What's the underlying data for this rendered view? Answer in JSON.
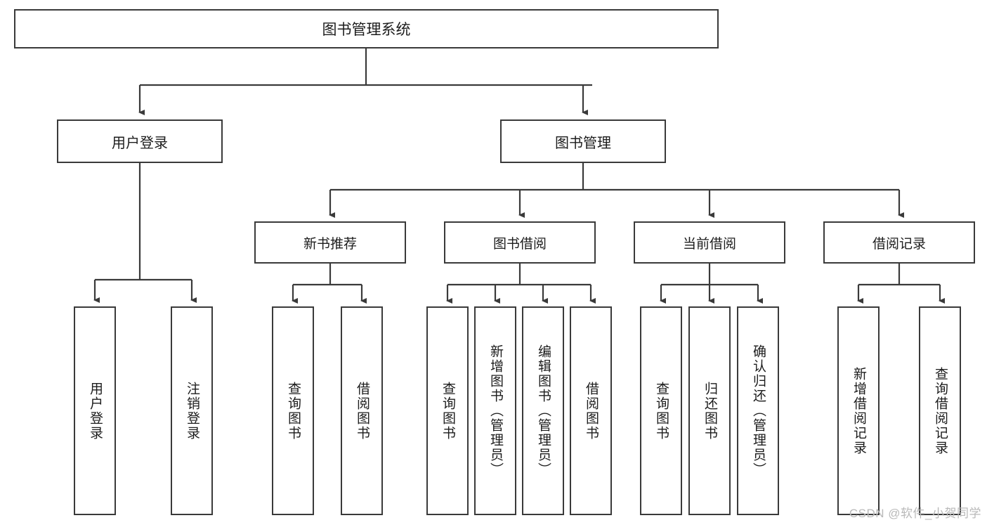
{
  "diagram": {
    "title_node": {
      "id": "root",
      "label": "图书管理系统"
    },
    "level2": [
      {
        "id": "user-login",
        "label": "用户登录"
      },
      {
        "id": "book-management",
        "label": "图书管理"
      }
    ],
    "level3": [
      {
        "id": "new-book-recommend",
        "label": "新书推荐"
      },
      {
        "id": "book-borrow",
        "label": "图书借阅"
      },
      {
        "id": "current-borrow",
        "label": "当前借阅"
      },
      {
        "id": "borrow-record",
        "label": "借阅记录"
      }
    ],
    "leaves": [
      {
        "id": "leaf-user-login",
        "label": "用户登录",
        "parent": "用户登录"
      },
      {
        "id": "leaf-logout-login",
        "label": "注销登录",
        "parent": "用户登录"
      },
      {
        "id": "leaf-query-book-1",
        "label": "查询图书",
        "parent": "新书推荐"
      },
      {
        "id": "leaf-borrow-book-1",
        "label": "借阅图书",
        "parent": "新书推荐"
      },
      {
        "id": "leaf-query-book-2",
        "label": "查询图书",
        "parent": "图书借阅"
      },
      {
        "id": "leaf-add-book-admin",
        "label": "新增图书（管理员）",
        "parent": "图书借阅"
      },
      {
        "id": "leaf-edit-book-admin",
        "label": "编辑图书（管理员）",
        "parent": "图书借阅"
      },
      {
        "id": "leaf-borrow-book-2",
        "label": "借阅图书",
        "parent": "图书借阅"
      },
      {
        "id": "leaf-query-book-3",
        "label": "查询图书",
        "parent": "当前借阅"
      },
      {
        "id": "leaf-return-book",
        "label": "归还图书",
        "parent": "当前借阅"
      },
      {
        "id": "leaf-confirm-return-admin",
        "label": "确认归还（管理员）",
        "parent": "当前借阅"
      },
      {
        "id": "leaf-add-borrow-record",
        "label": "新增借阅记录",
        "parent": "借阅记录"
      },
      {
        "id": "leaf-query-borrow-record",
        "label": "查询借阅记录",
        "parent": "借阅记录"
      }
    ],
    "colors": {
      "border": "#3a3a3a",
      "background": "#ffffff",
      "text": "#1c1c1c",
      "watermark": "#b9b9b9"
    }
  },
  "watermark": {
    "text": "CSDN @软件_小贺同学"
  }
}
